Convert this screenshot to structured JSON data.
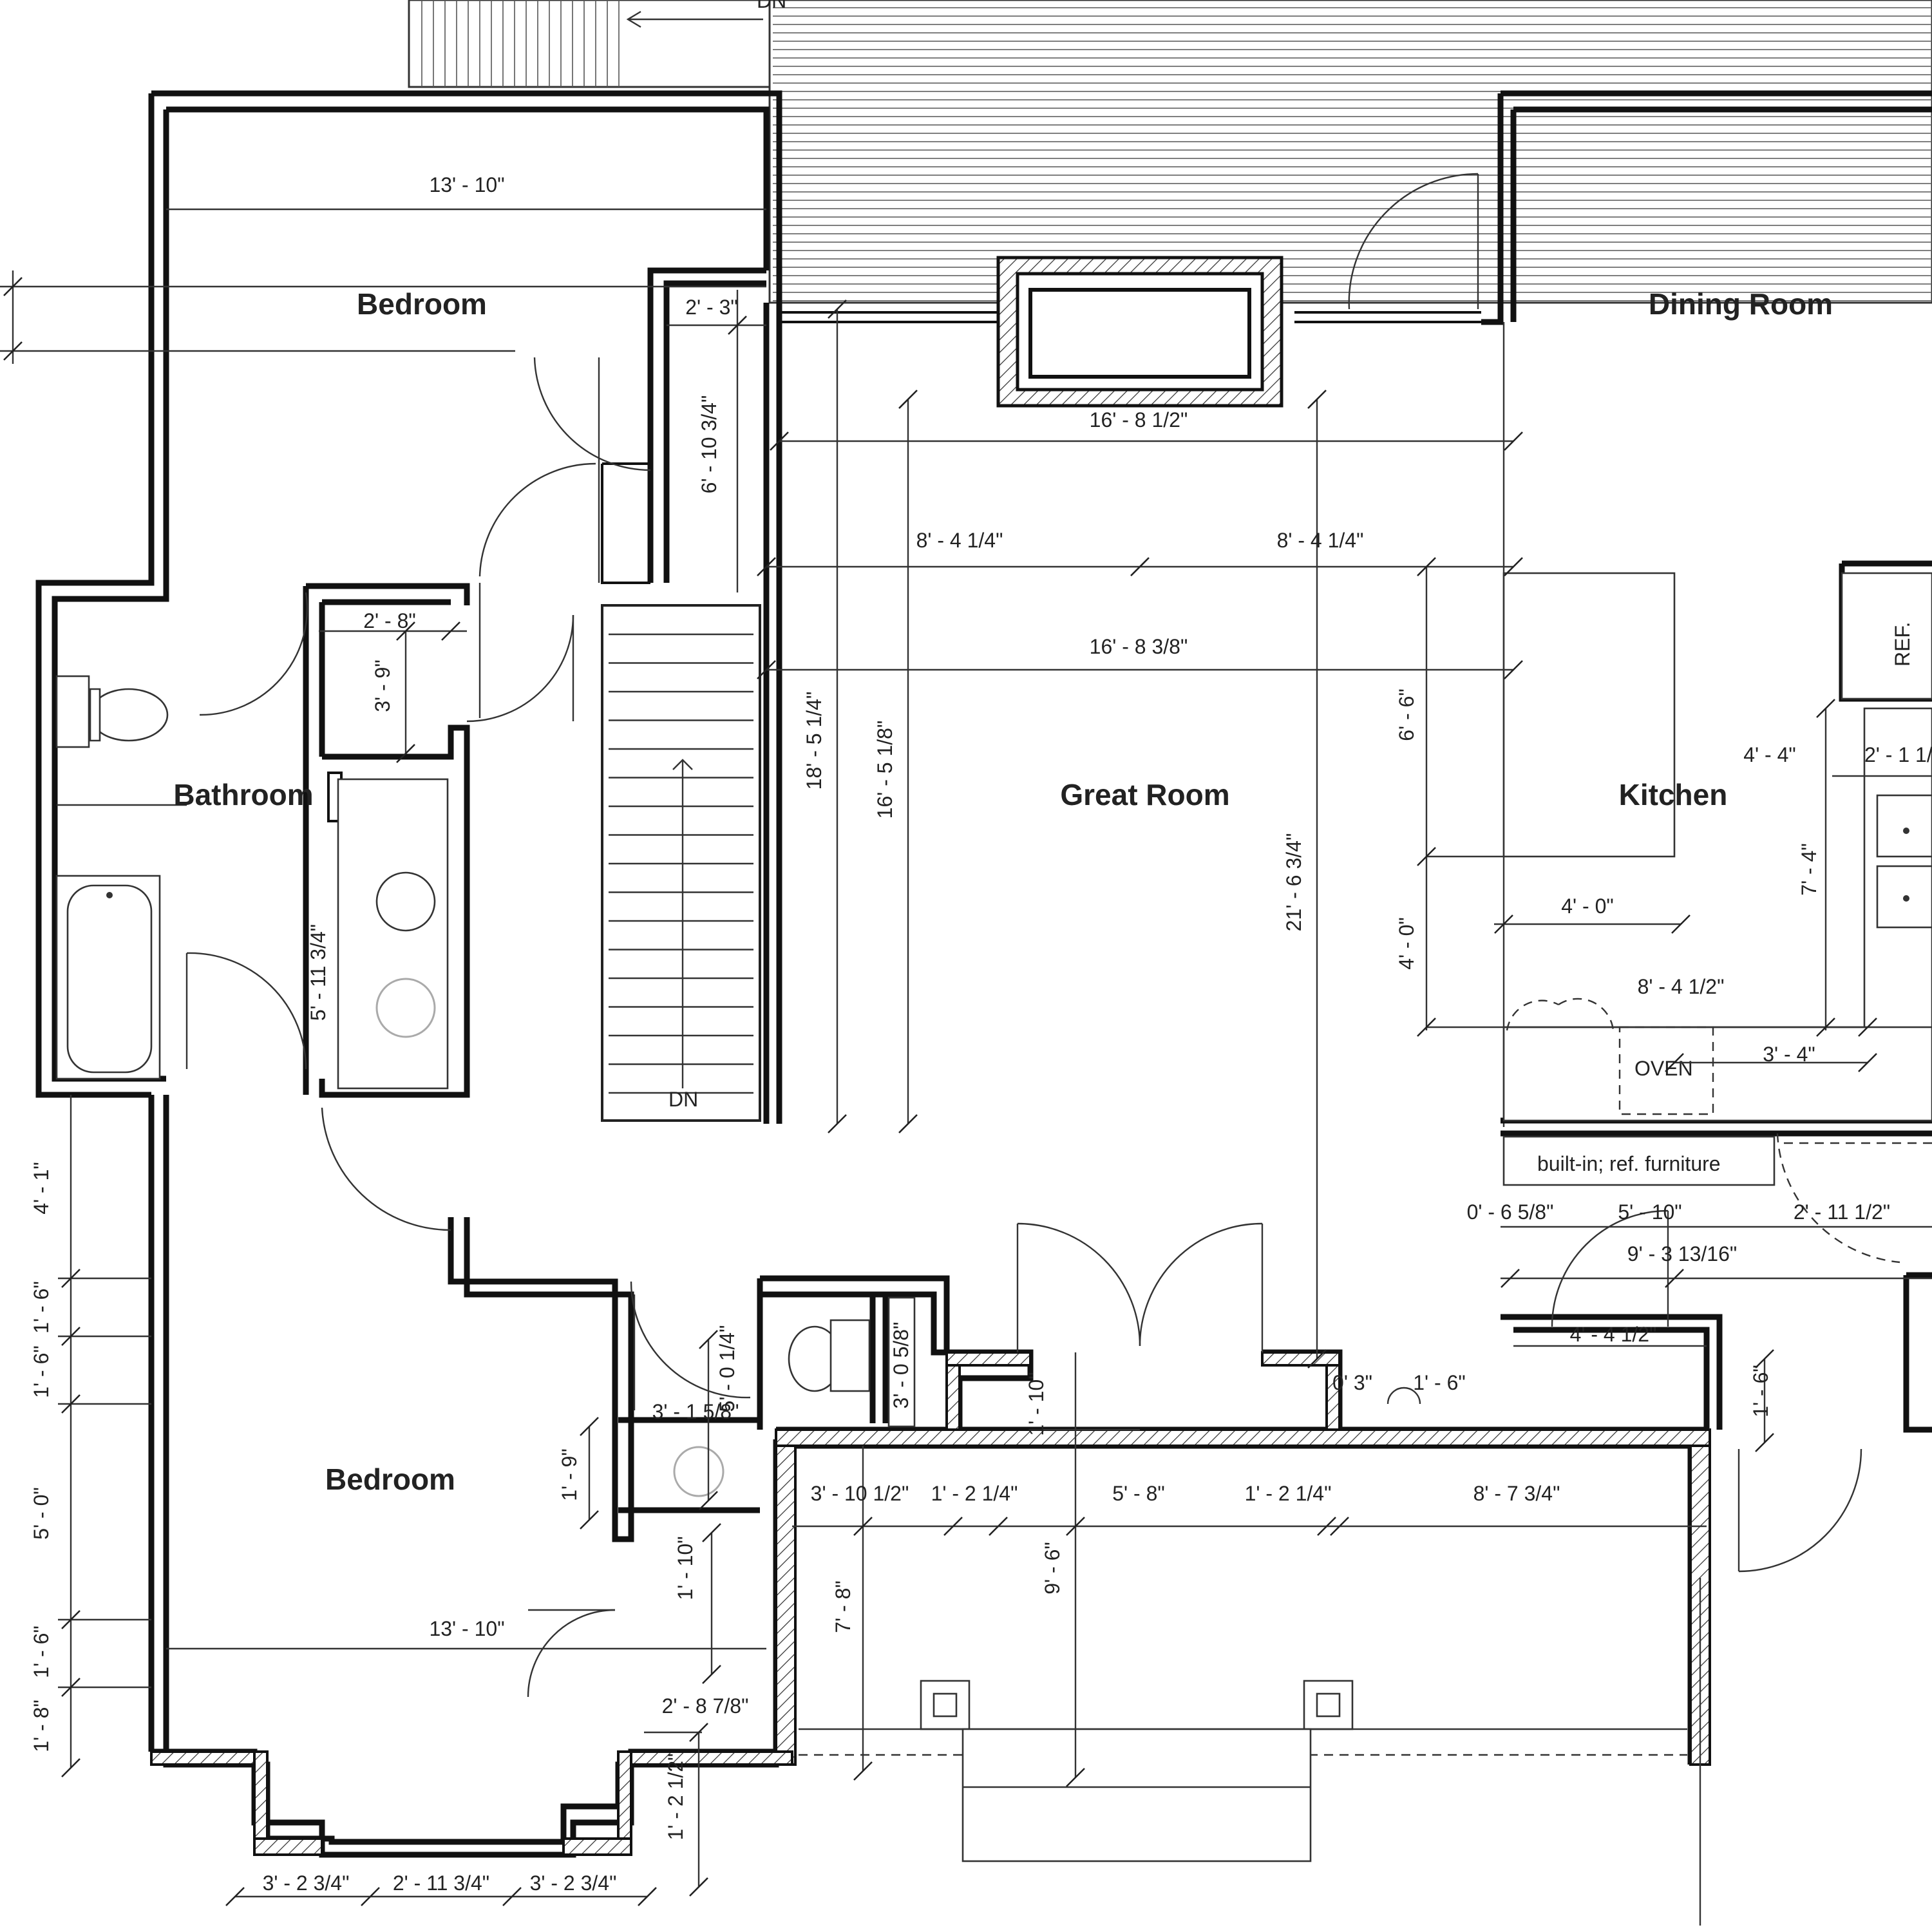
{
  "rooms": {
    "bedroom_top": "Bedroom",
    "bedroom_bottom": "Bedroom",
    "bathroom": "Bathroom",
    "great_room": "Great Room",
    "dining_room": "Dining Room",
    "kitchen": "Kitchen"
  },
  "labels": {
    "stair_dn_top": "DN",
    "stair_dn": "DN",
    "ref": "REF.",
    "oven": "OVEN",
    "builtin": "built-in; ref. furniture"
  },
  "dimensions": {
    "d01": "13' - 10\"",
    "d02": "2' - 3\"",
    "d03": "6' - 10 3/4\"",
    "d04": "16' - 8 1/2\"",
    "d05": "8' - 4 1/4\"",
    "d06": "8' - 4 1/4\"",
    "d07": "16' - 8 3/8\"",
    "d08": "2' - 8\"",
    "d09": "3' - 9\"",
    "d10": "18' - 5 1/4\"",
    "d11": "16' - 5 1/8\"",
    "d12": "21' - 6 3/4\"",
    "d13": "6' - 6\"",
    "d14": "4' - 0\"",
    "d15": "4' - 0\"",
    "d16": "4' - 4\"",
    "d17": "2' - 1 1/",
    "d18": "7' - 4\"",
    "d19": "8' - 4 1/2\"",
    "d20": "3' - 4\"",
    "d21": "5' - 11 3/4\"",
    "d22": "0' - 6 5/8\"",
    "d23": "5' - 10\"",
    "d24": "2' - 11 1/2\"",
    "d25": "9' - 3 13/16\"",
    "d26": "4' - 1\"",
    "d27": "1' - 6\"",
    "d28": "1' - 6\"",
    "d29": "5' - 0\"",
    "d30": "1' - 6\"",
    "d31": "1' - 8\"",
    "d32": "5' - 0 1/4\"",
    "d33": "3' - 0 5/8\"",
    "d34": "3' - 1 5/8\"",
    "d35": "1' - 9\"",
    "d36": "1' - 10\"",
    "d37": "1' - 10\"",
    "d38": "4' - 4 1/2\"",
    "d39": "0' 3\"",
    "d40": "1' - 6\"",
    "d41": "1' - 6\"",
    "d42": "3' - 10 1/2\"",
    "d43": "1' - 2 1/4\"",
    "d44": "5' - 8\"",
    "d45": "1' - 2 1/4\"",
    "d46": "8' - 7 3/4\"",
    "d47": "7' - 8\"",
    "d48": "9' - 6\"",
    "d49": "13' - 10\"",
    "d50": "2' - 8 7/8\"",
    "d51": "1' - 2 1/2\"",
    "d52": "3' - 2 3/4\"",
    "d53": "2' - 11 3/4\"",
    "d54": "3' - 2 3/4\""
  }
}
